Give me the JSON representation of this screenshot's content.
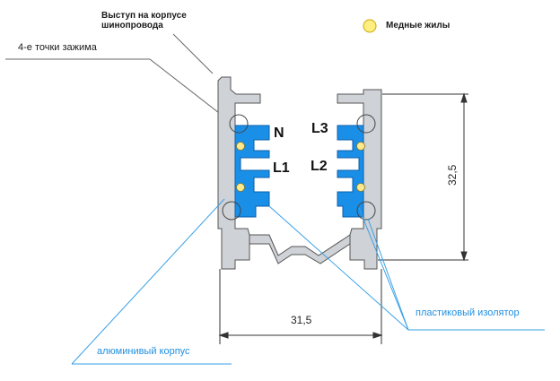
{
  "labels": {
    "housing_protrusion": [
      "Выступ на корпусе",
      "шинопровода"
    ],
    "clamp_points": "4-е точки зажима",
    "copper_wires": "Медные жилы",
    "plastic_insulator": "пластиковый изолятор",
    "aluminum_body": "алюминивый корпус"
  },
  "phases": {
    "n": "N",
    "l1": "L1",
    "l2": "L2",
    "l3": "L3"
  },
  "dimensions": {
    "width": "31,5",
    "height": "32,5"
  },
  "colors": {
    "aluminum": "#cfd2d6",
    "insulator": "#1a8fe8",
    "copper": "#ffe98a",
    "callout_blue": "#3aa0e6",
    "outline": "#555555"
  }
}
